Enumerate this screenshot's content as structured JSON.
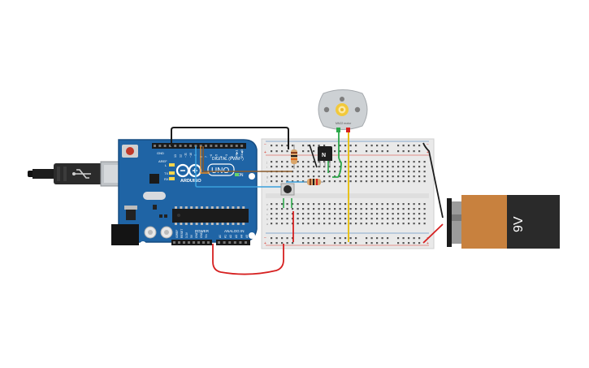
{
  "arduino": {
    "brand": "ARDUINO",
    "model": "UNO",
    "digital_label": "DIGITAL (PWM~)",
    "analog_label": "ANALOG IN",
    "power_label": "POWER",
    "on_label": "ON",
    "led_l": "L",
    "led_tx": "TX",
    "led_rx": "RX",
    "aref": "AREF",
    "gnd": "GND",
    "top_pins": [
      "13",
      "12",
      "~11",
      "~10",
      "~9",
      "8",
      "7",
      "~6",
      "~5",
      "4",
      "~3",
      "2",
      "TX▶1",
      "RX◀0"
    ],
    "power_pins": [
      "IOREF",
      "RESET",
      "3.3V",
      "5V",
      "GND",
      "GND",
      "Vin"
    ],
    "analog_pins": [
      "A0",
      "A1",
      "A2",
      "A3",
      "A4",
      "A5"
    ]
  },
  "motor": {
    "label": "MN22 motor"
  },
  "transistor": {
    "label": "N"
  },
  "battery": {
    "label": "9V"
  },
  "colors": {
    "board": "#1f64a5",
    "board_edge": "#174d82",
    "breadboard": "#e9e9e9",
    "rail_red": "#d9342b",
    "rail_blue": "#2a6fb8",
    "wire_black": "#1b1b1b",
    "wire_red": "#d62020",
    "wire_green": "#2ca84a",
    "wire_yellow": "#e7c11a",
    "wire_blue": "#3aa0dc",
    "wire_brown": "#8a5a2b",
    "wire_orange": "#e98a1f",
    "battery_orange": "#c8813e",
    "battery_black": "#2a2a2a"
  }
}
